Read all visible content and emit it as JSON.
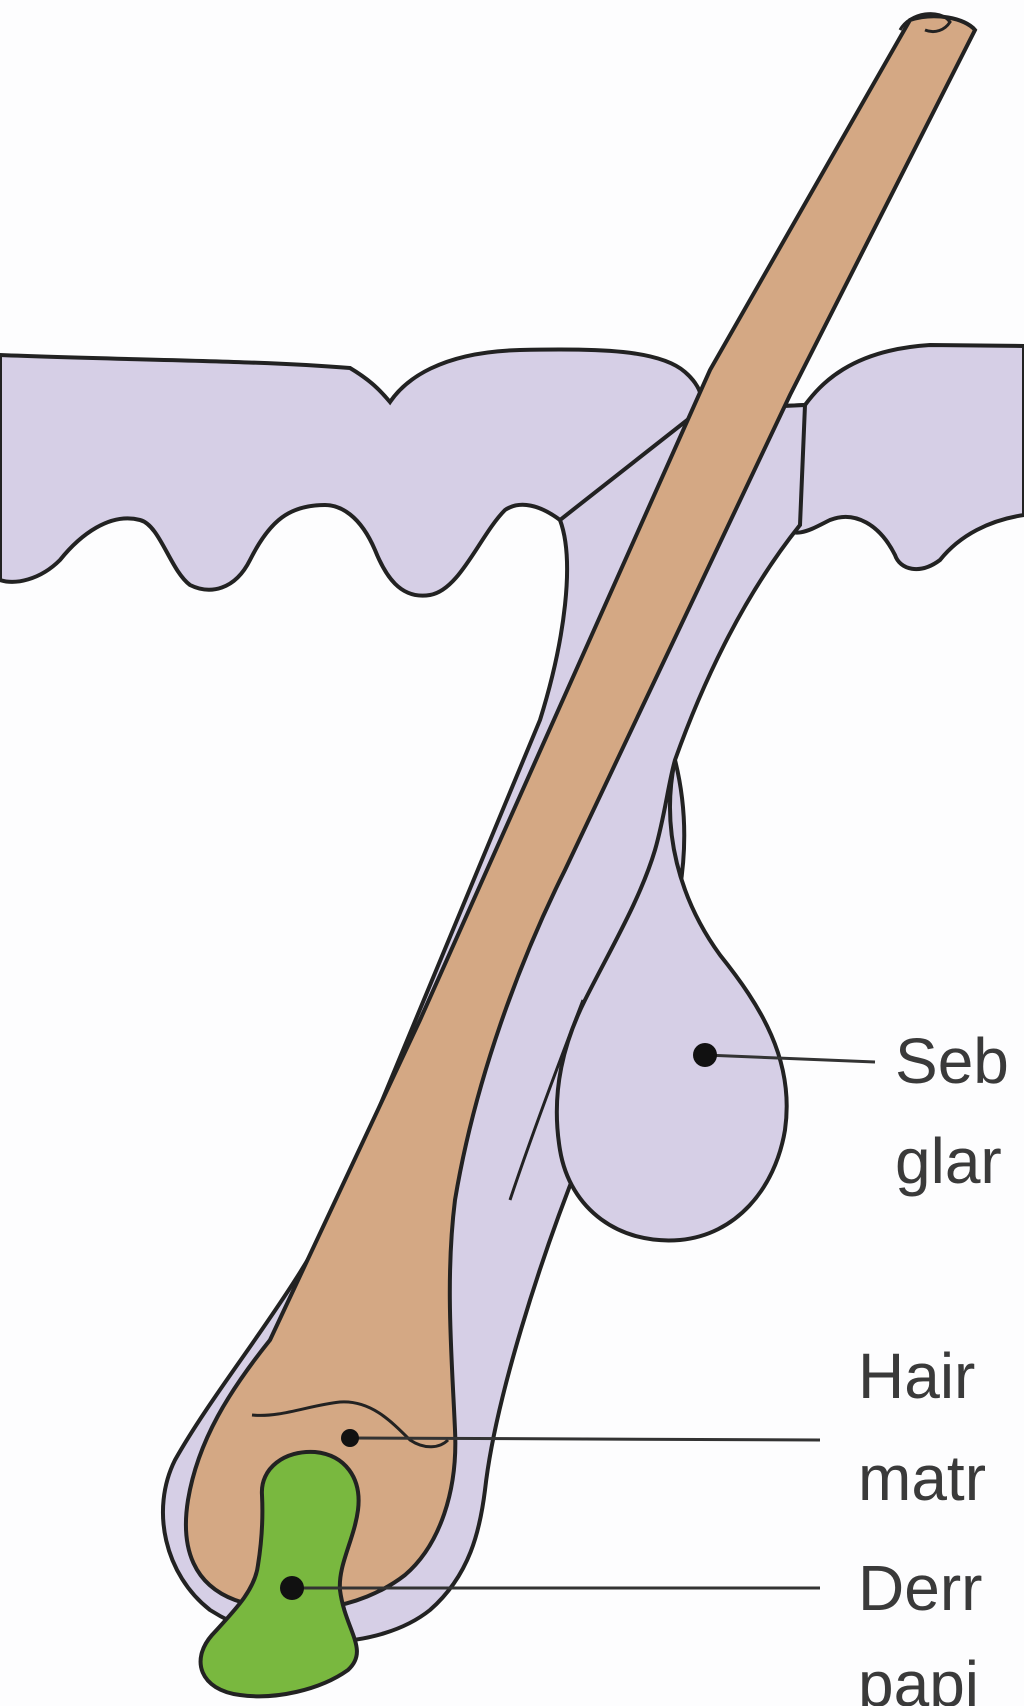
{
  "diagram": {
    "labels": {
      "sebaceous_line1": "Seb",
      "sebaceous_line2": "glar",
      "matrix_line1": "Hair",
      "matrix_line2": "matr",
      "papilla_line1": "Derr",
      "papilla_line2": "papi"
    },
    "colors": {
      "skin": "#d6cfe6",
      "hair": "#d4a884",
      "papilla": "#79b83f",
      "outline": "#222222",
      "leader": "#333333",
      "background": "#fdfdfe"
    }
  }
}
